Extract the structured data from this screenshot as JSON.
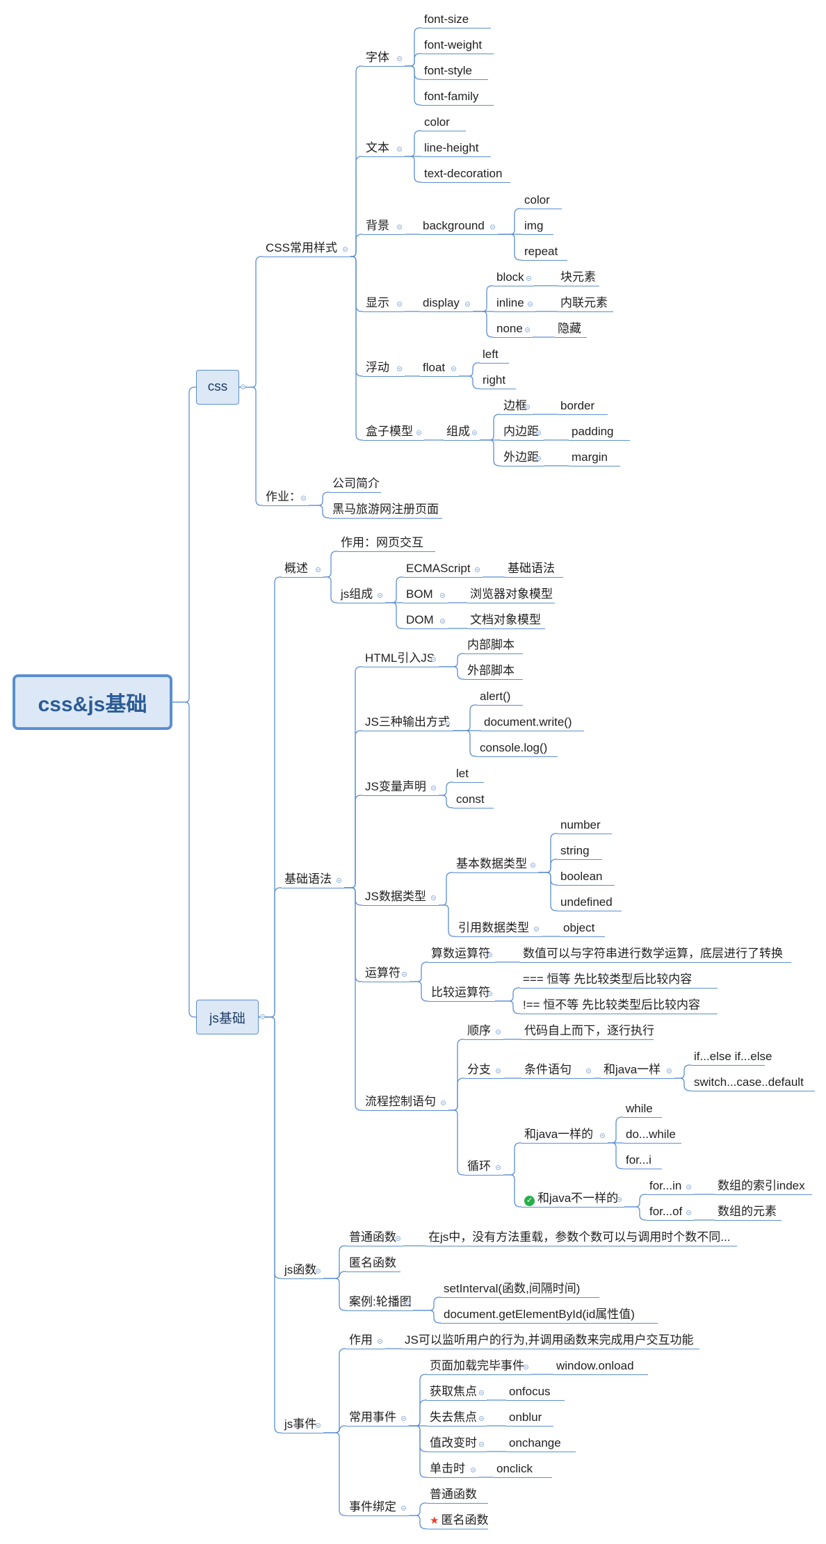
{
  "colors": {
    "line": "#5b8ed1",
    "box_fill": "#dce8f6",
    "text": "#1f1f1f",
    "root_text": "#2b5b96"
  },
  "mindmap": {
    "root": "css&js基础",
    "css": {
      "label": "css",
      "styles": {
        "label": "CSS常用样式",
        "font": {
          "label": "字体",
          "items": [
            "font-size",
            "font-weight",
            "font-style",
            "font-family"
          ]
        },
        "text": {
          "label": "文本",
          "items": [
            "color",
            "line-height",
            "text-decoration"
          ]
        },
        "background": {
          "label": "背景",
          "prop": "background",
          "items": [
            "color",
            "img",
            "repeat"
          ]
        },
        "display": {
          "label": "显示",
          "prop": "display",
          "items": [
            {
              "value": "block",
              "desc": "块元素"
            },
            {
              "value": "inline",
              "desc": "内联元素"
            },
            {
              "value": "none",
              "desc": "隐藏"
            }
          ]
        },
        "float": {
          "label": "浮动",
          "prop": "float",
          "items": [
            "left",
            "right"
          ]
        },
        "box": {
          "label": "盒子模型",
          "sub": "组成",
          "items": [
            {
              "name": "边框",
              "prop": "border"
            },
            {
              "name": "内边距",
              "prop": "padding"
            },
            {
              "name": "外边距",
              "prop": "margin"
            }
          ]
        }
      },
      "homework": {
        "label": "作业：",
        "items": [
          "公司简介",
          "黑马旅游网注册页面"
        ]
      }
    },
    "js": {
      "label": "js基础",
      "overview": {
        "label": "概述",
        "role": "作用：网页交互",
        "parts": {
          "label": "js组成",
          "items": [
            {
              "name": "ECMAScript",
              "desc": "基础语法"
            },
            {
              "name": "BOM",
              "desc": "浏览器对象模型"
            },
            {
              "name": "DOM",
              "desc": "文档对象模型"
            }
          ]
        }
      },
      "syntax": {
        "label": "基础语法",
        "html": {
          "label": "HTML引入JS",
          "items": [
            "内部脚本",
            "外部脚本"
          ]
        },
        "output": {
          "label": "JS三种输出方式",
          "items": [
            "alert()",
            "document.write()",
            "console.log()"
          ]
        },
        "vars": {
          "label": "JS变量声明",
          "items": [
            "let",
            "const"
          ]
        },
        "types": {
          "label": "JS数据类型",
          "basic": {
            "label": "基本数据类型",
            "items": [
              "number",
              "string",
              "boolean",
              "undefined"
            ]
          },
          "ref": {
            "label": "引用数据类型",
            "item": "object"
          }
        },
        "ops": {
          "label": "运算符",
          "arith": {
            "label": "算数运算符",
            "desc": "数值可以与字符串进行数学运算，底层进行了转换"
          },
          "compare": {
            "label": "比较运算符",
            "items": [
              "=== 恒等 先比较类型后比较内容",
              "!== 恒不等 先比较类型后比较内容"
            ]
          }
        },
        "flow": {
          "label": "流程控制语句",
          "seq": {
            "label": "顺序",
            "desc": "代码自上而下，逐行执行"
          },
          "branch": {
            "label": "分支",
            "sub": "条件语句",
            "same": "和java一样",
            "items": [
              "if...else if...else",
              "switch...case..default"
            ]
          },
          "loop": {
            "label": "循环",
            "same": {
              "label": "和java一样的",
              "items": [
                "while",
                "do...while",
                "for...i"
              ]
            },
            "diff": {
              "label": "和java不一样的",
              "items": [
                {
                  "name": "for...in",
                  "desc": "数组的索引index"
                },
                {
                  "name": "for...of",
                  "desc": "数组的元素"
                }
              ]
            }
          }
        }
      },
      "func": {
        "label": "js函数",
        "normal": {
          "label": "普通函数",
          "desc": "在js中，没有方法重载，参数个数可以与调用时个数不同..."
        },
        "anon": "匿名函数",
        "case": {
          "label": "案例:轮播图",
          "items": [
            "setInterval(函数,间隔时间)",
            "document.getElementById(id属性值)"
          ]
        }
      },
      "events": {
        "label": "js事件",
        "role": {
          "label": "作用",
          "desc": "JS可以监听用户的行为,并调用函数来完成用户交互功能"
        },
        "common": {
          "label": "常用事件",
          "items": [
            {
              "name": "页面加载完毕事件",
              "handler": "window.onload"
            },
            {
              "name": "获取焦点",
              "handler": "onfocus"
            },
            {
              "name": "失去焦点",
              "handler": "onblur"
            },
            {
              "name": "值改变时",
              "handler": "onchange"
            },
            {
              "name": "单击时",
              "handler": "onclick"
            }
          ]
        },
        "bind": {
          "label": "事件绑定",
          "items": [
            "普通函数",
            "匿名函数"
          ]
        }
      }
    }
  }
}
